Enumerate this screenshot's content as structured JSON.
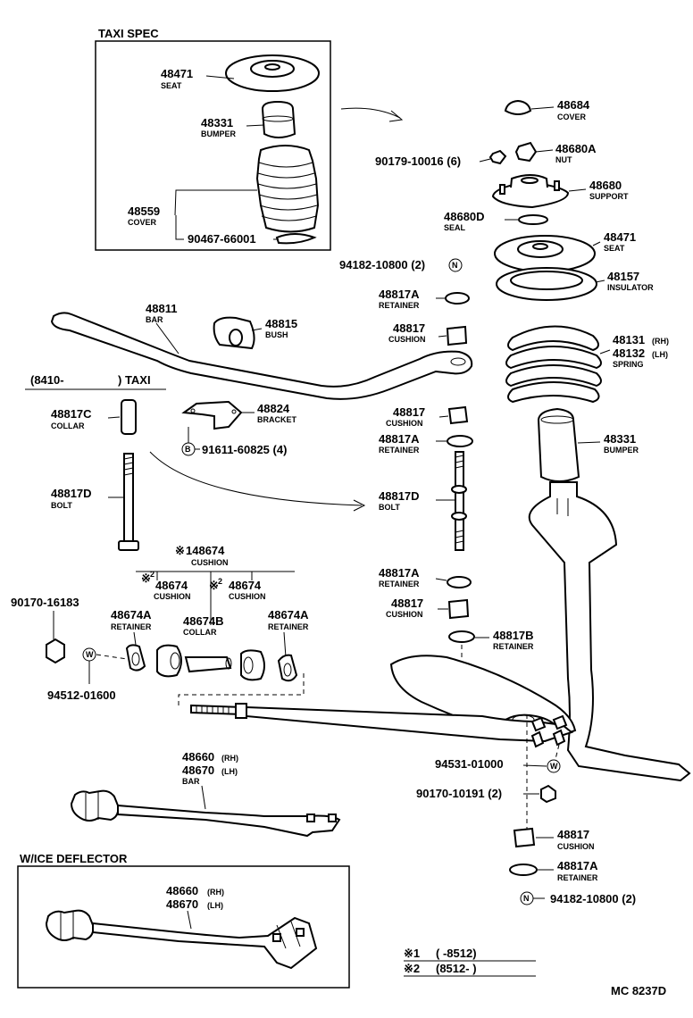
{
  "sections": {
    "taxi_spec": "TAXI SPEC",
    "taxi_range": "(8410-",
    "taxi_range_end": ") TAXI",
    "ice_deflector": "W/ICE DEFLECTOR"
  },
  "callouts": [
    {
      "num": "48471",
      "label": "SEAT"
    },
    {
      "num": "48331",
      "label": "BUMPER"
    },
    {
      "num": "48559",
      "label": "COVER"
    },
    {
      "num": "90467-66001",
      "label": ""
    },
    {
      "num": "48684",
      "label": "COVER"
    },
    {
      "num": "48680A",
      "label": "NUT"
    },
    {
      "num": "90179-10016 (6)",
      "label": ""
    },
    {
      "num": "48680",
      "label": "SUPPORT"
    },
    {
      "num": "48680D",
      "label": "SEAL"
    },
    {
      "num": "48471",
      "label": "SEAT"
    },
    {
      "num": "94182-10800 (2)",
      "label": ""
    },
    {
      "num": "48157",
      "label": "INSULATOR"
    },
    {
      "num": "48811",
      "label": "BAR"
    },
    {
      "num": "48815",
      "label": "BUSH"
    },
    {
      "num": "48817A",
      "label": "RETAINER"
    },
    {
      "num": "48817",
      "label": "CUSHION"
    },
    {
      "num": "48131",
      "label": "SPRING"
    },
    {
      "num": "48132",
      "label": ""
    },
    {
      "num": "48817C",
      "label": "COLLAR"
    },
    {
      "num": "48824",
      "label": "BRACKET"
    },
    {
      "num": "91611-60825 (4)",
      "label": ""
    },
    {
      "num": "48817",
      "label": "CUSHION"
    },
    {
      "num": "48817A",
      "label": "RETAINER"
    },
    {
      "num": "48331",
      "label": "BUMPER"
    },
    {
      "num": "48817D",
      "label": "BOLT"
    },
    {
      "num": "48817D",
      "label": "BOLT"
    },
    {
      "num": "148674",
      "label": "CUSHION"
    },
    {
      "num": "48674",
      "label": "CUSHION"
    },
    {
      "num": "48674",
      "label": "CUSHION"
    },
    {
      "num": "90170-16183",
      "label": ""
    },
    {
      "num": "48674A",
      "label": "RETAINER"
    },
    {
      "num": "48674B",
      "label": "COLLAR"
    },
    {
      "num": "48674A",
      "label": "RETAINER"
    },
    {
      "num": "48817A",
      "label": "RETAINER"
    },
    {
      "num": "48817",
      "label": "CUSHION"
    },
    {
      "num": "48817B",
      "label": "RETAINER"
    },
    {
      "num": "94512-01600",
      "label": ""
    },
    {
      "num": "94531-01000",
      "label": ""
    },
    {
      "num": "90170-10191 (2)",
      "label": ""
    },
    {
      "num": "48660",
      "label": "BAR"
    },
    {
      "num": "48670",
      "label": ""
    },
    {
      "num": "48817",
      "label": "CUSHION"
    },
    {
      "num": "48817A",
      "label": "RETAINER"
    },
    {
      "num": "94182-10800 (2)",
      "label": ""
    },
    {
      "num": "48660",
      "label": ""
    },
    {
      "num": "48670",
      "label": ""
    }
  ],
  "suffix": {
    "rh": "(RH)",
    "lh": "(LH)"
  },
  "marks": {
    "star": "※",
    "sup1": "1",
    "sup2": "2",
    "circle_n": "N",
    "circle_b": "B",
    "circle_w": "W"
  },
  "notes": [
    {
      "mark": "※1",
      "range": "(        -8512)"
    },
    {
      "mark": "※2",
      "range": "(8512-          )"
    }
  ],
  "code": "MC 8237D"
}
